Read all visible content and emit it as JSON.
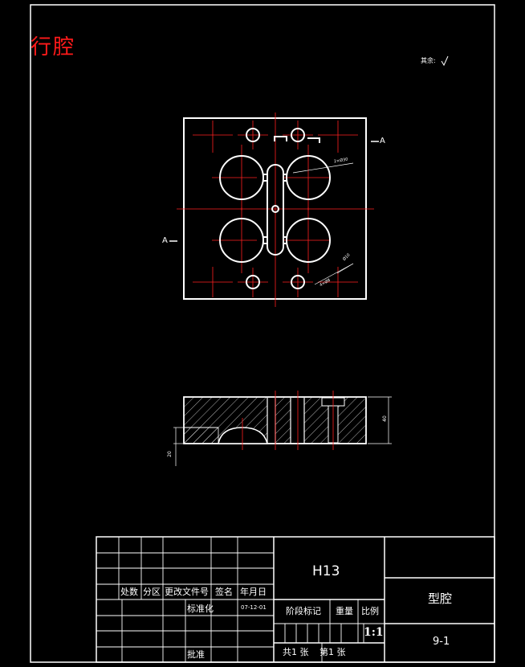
{
  "drawing": {
    "corner_title": "行腔",
    "roughness_note": "其余:",
    "section_marker": "A",
    "top_view_dims": [
      "2×Ø30",
      "Ø10",
      "4×Ø8"
    ],
    "side_view_dims": [
      "40",
      "20"
    ]
  },
  "title_block": {
    "material": "H13",
    "part_name": "型腔",
    "drawing_number": "9-1",
    "scale": "1:1",
    "date": "07-12-01",
    "header_labels": {
      "marks": "处数",
      "zone": "分区",
      "change_doc": "更改文件号",
      "signature": "签名",
      "date": "年月日"
    },
    "standardize": "标准化",
    "approve": "批准",
    "stage_mark": "阶段标记",
    "weight": "重量",
    "scale_label": "比例",
    "sheet_total": "共1  张",
    "sheet_current": "第1 张"
  },
  "colors": {
    "background": "#000000",
    "lines": "#ffffff",
    "centerlines": "#ff2020",
    "title": "#ff1a1a"
  }
}
